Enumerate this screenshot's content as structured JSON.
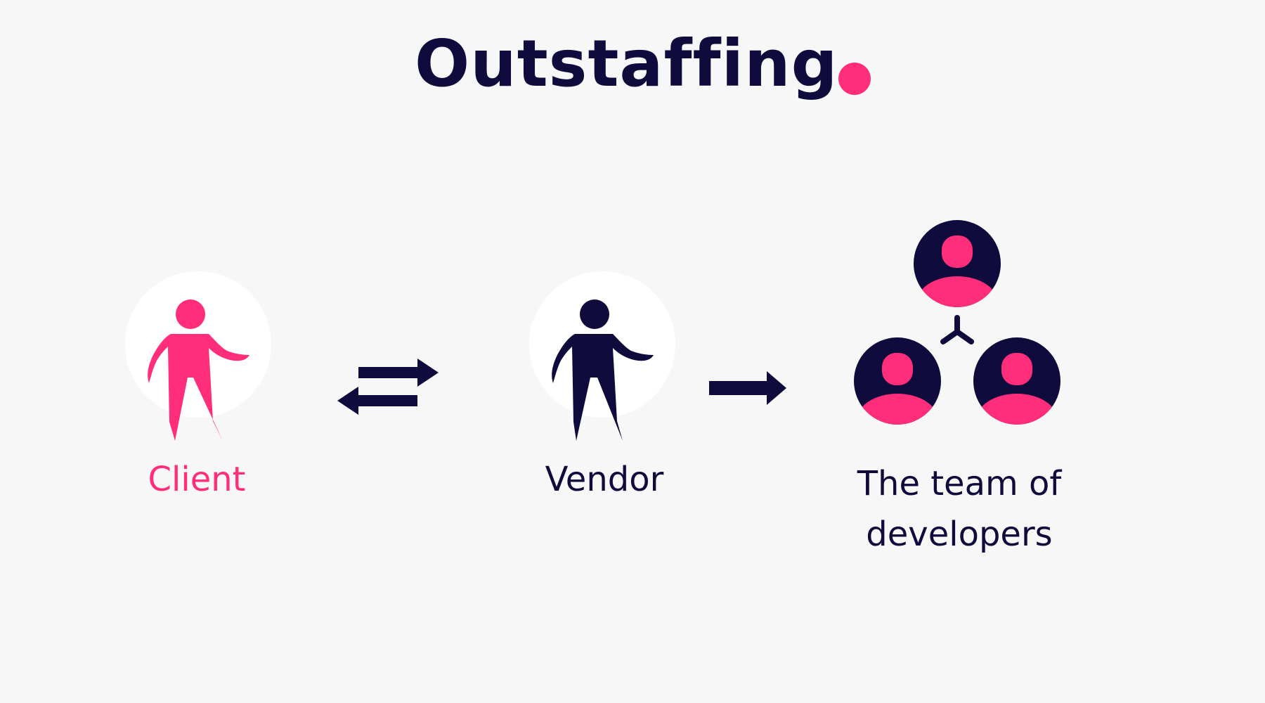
{
  "title": "Outstaffing",
  "colors": {
    "accent": "#ff2d7a",
    "dark": "#0f0c3d",
    "background": "#f7f7f7",
    "halo": "#ffffff"
  },
  "nodes": {
    "client": {
      "label": "Client",
      "icon": "person-icon"
    },
    "vendor": {
      "label": "Vendor",
      "icon": "person-icon"
    },
    "team": {
      "label": "The team of developers",
      "icon": "team-avatars-icon"
    }
  },
  "edges": [
    {
      "from": "client",
      "to": "vendor",
      "type": "bidirectional"
    },
    {
      "from": "vendor",
      "to": "team",
      "type": "one-way"
    }
  ]
}
